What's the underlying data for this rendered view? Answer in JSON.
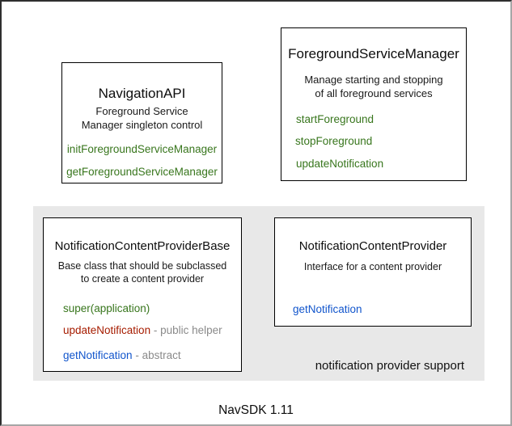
{
  "diagram": {
    "caption": "NavSDK 1.11",
    "panel_label": "notification provider support"
  },
  "colors": {
    "method_green": "#38761d",
    "method_red": "#a61c00",
    "method_blue": "#1155cc",
    "note_gray": "#8a8a8a",
    "panel_background": "#e8e8e8",
    "box_border": "#000000"
  },
  "classes": {
    "navigation_api": {
      "title": "NavigationAPI",
      "desc1": "Foreground Service",
      "desc2": "Manager singleton control",
      "methods": {
        "init": "initForegroundServiceManager",
        "get": "getForegroundServiceManager"
      }
    },
    "foreground_service_manager": {
      "title": "ForegroundServiceManager",
      "desc1": "Manage starting and stopping",
      "desc2": "of all foreground services",
      "methods": {
        "start": "startForeground",
        "stop": "stopForeground",
        "update": "updateNotification"
      }
    },
    "notification_content_provider_base": {
      "title": "NotificationContentProviderBase",
      "desc1": "Base class that should be subclassed",
      "desc2": "to create a content provider",
      "methods": {
        "super_app": "super(application)",
        "update": "updateNotification",
        "update_note": "- public helper",
        "get": "getNotification",
        "get_note": "- abstract"
      }
    },
    "notification_content_provider": {
      "title": "NotificationContentProvider",
      "desc1": "Interface for a content provider",
      "methods": {
        "get": "getNotification"
      }
    }
  }
}
